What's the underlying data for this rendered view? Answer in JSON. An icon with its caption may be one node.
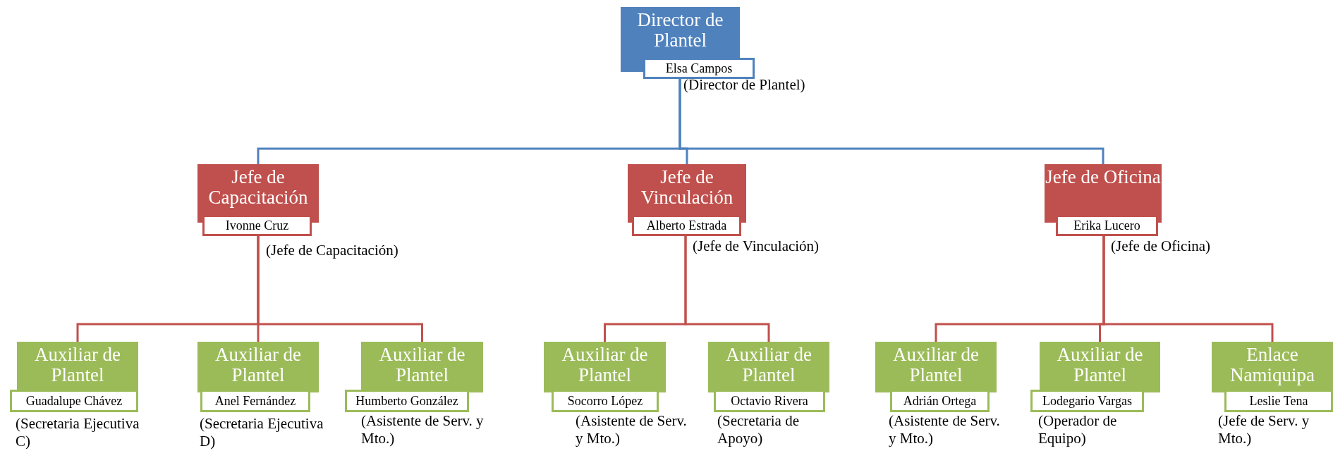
{
  "diagram": {
    "nodes": [
      {
        "text": [
          "Director de Plantel",
          "Elsa Campos"
        ],
        "beside": [
          "(Director de Plantel)"
        ]
      },
      {
        "text": [
          "Jefe de Capacitación",
          "Ivonne Cruz"
        ],
        "beside": [
          "(Jefe de Capacitación)"
        ]
      },
      {
        "text": [
          "Jefe de Vinculación",
          "Alberto Estrada"
        ],
        "beside": [
          "(Jefe de Vinculación)"
        ]
      },
      {
        "text": [
          "Jefe de Oficina",
          "Erika Lucero"
        ],
        "beside": [
          "(Jefe de Oficina)"
        ]
      },
      {
        "text": [
          "Auxiliar de Plantel",
          "Guadalupe Chávez"
        ],
        "beside": [
          "(Secretaria Ejecutiva C)"
        ]
      },
      {
        "text": [
          "Auxiliar de Plantel",
          "Anel Fernández"
        ],
        "beside": [
          "(Secretaria Ejecutiva D)"
        ]
      },
      {
        "text": [
          "Auxiliar de Plantel",
          "Humberto González"
        ],
        "beside": [
          "(Asistente de Serv. y Mto.)"
        ]
      },
      {
        "text": [
          "Auxiliar de Plantel",
          "Socorro López"
        ],
        "beside": [
          "(Asistente de Serv. y Mto.)"
        ]
      },
      {
        "text": [
          "Auxiliar de Plantel",
          "Octavio Rivera"
        ],
        "beside": [
          "(Secretaria de Apoyo)"
        ]
      },
      {
        "text": [
          "Auxiliar de Plantel",
          "Adrián Ortega"
        ],
        "beside": [
          "(Asistente de Serv. y Mto.)"
        ]
      },
      {
        "text": [
          "Auxiliar de Plantel",
          "Lodegario Vargas"
        ],
        "beside": [
          "(Operador de Equipo)"
        ]
      },
      {
        "text": [
          "Enlace Namiquipa",
          "Leslie Tena"
        ],
        "beside": [
          "(Jefe de Serv. y Mto.)"
        ]
      }
    ],
    "edges": [
      {
        "from": 0,
        "to": 1,
        "arrow": "none",
        "color": "#4f81bd"
      },
      {
        "from": 0,
        "to": 2,
        "arrow": "none",
        "color": "#4f81bd"
      },
      {
        "from": 0,
        "to": 3,
        "arrow": "none",
        "color": "#4f81bd"
      },
      {
        "from": 1,
        "to": 4,
        "arrow": "none"
      },
      {
        "from": 1,
        "to": 5,
        "arrow": "none"
      },
      {
        "from": 1,
        "to": 6,
        "arrow": "none"
      },
      {
        "from": 2,
        "to": 7,
        "arrow": "none"
      },
      {
        "from": 2,
        "to": 8,
        "arrow": "none"
      },
      {
        "from": 3,
        "to": 9,
        "arrow": "none"
      },
      {
        "from": 3,
        "to": 10,
        "arrow": "none"
      },
      {
        "from": 3,
        "to": 11,
        "arrow": "none"
      }
    ]
  }
}
